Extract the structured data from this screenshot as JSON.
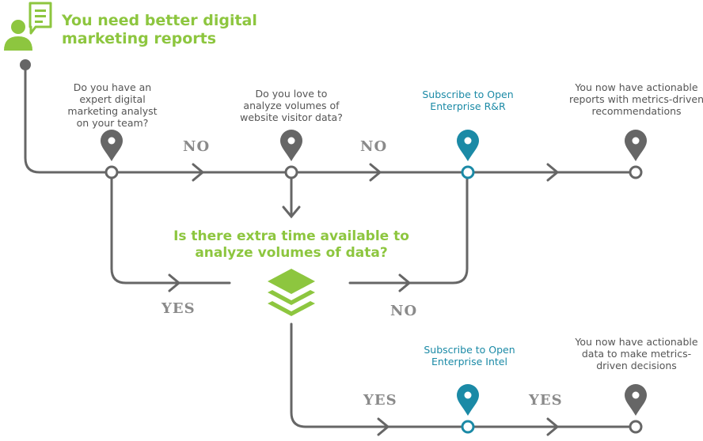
{
  "title": "You need better digital marketing reports",
  "nodes": {
    "analyst_question": "Do you have an expert digital marketing analyst on your team?",
    "love_question": "Do you love to analyze volumes of website visitor data?",
    "subscribe_rr": "Subscribe to Open Enterprise R&R",
    "outcome_reports": "You now have actionable reports with metrics-driven recommendations",
    "time_question": "Is there extra time available to analyze volumes of data?",
    "subscribe_intel": "Subscribe to Open Enterprise Intel",
    "outcome_data": "You now have actionable data to make metrics-driven decisions"
  },
  "edge_labels": {
    "no_1": "NO",
    "no_2": "NO",
    "yes_analyst": "YES",
    "no_time": "NO",
    "yes_time": "YES",
    "yes_intel": "YES"
  },
  "colors": {
    "green": "#8dc63f",
    "teal": "#1b8aa6",
    "line": "#666666",
    "text": "#555555",
    "label": "#8a8a8a"
  },
  "icons": {
    "header": "person-speech-bubble-icon",
    "marker": "map-pin-icon",
    "stack": "stacked-layers-icon"
  }
}
